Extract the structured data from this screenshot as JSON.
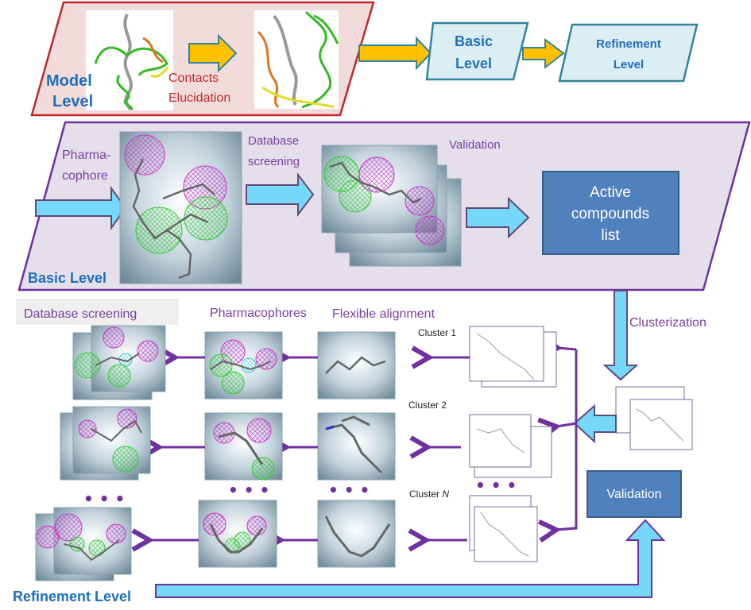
{
  "model_level": {
    "label_line1": "Model",
    "label_line2": "Level",
    "contacts_line1": "Contacts",
    "contacts_line2": "Elucidation"
  },
  "top_flow": {
    "basic_line1": "Basic",
    "basic_line2": "Level",
    "refinement_line1": "Refinement",
    "refinement_line2": "Level"
  },
  "basic_level": {
    "title": "Basic Level",
    "pharmacophore_line1": "Pharma-",
    "pharmacophore_line2": "cophore",
    "db_screening_line1": "Database",
    "db_screening_line2": "screening",
    "validation": "Validation",
    "active_line1": "Active",
    "active_line2": "compounds",
    "active_line3": "list"
  },
  "refinement_level": {
    "title": "Refinement Level",
    "db_screening": "Database screening",
    "pharmacophores": "Pharmacophores",
    "flexible_alignment": "Flexible alignment",
    "clusterization": "Clusterization",
    "validation": "Validation",
    "clusters": [
      {
        "label": "Cluster 1"
      },
      {
        "label": "Cluster 2"
      },
      {
        "label_prefix": "Cluster ",
        "label_italic": "N"
      }
    ],
    "ellipsis": "• • •"
  },
  "colors": {
    "model_fill": "#f2dcdb",
    "model_stroke": "#c0282b",
    "basic_fill": "#e5dfec",
    "basic_stroke": "#7030a0",
    "arrow_yellow": "#ffc000",
    "arrow_cyan": "#75d8f8",
    "box_blue": "#4f81bd",
    "flow_light": "#dbeef4",
    "flow_stroke": "#31849b"
  }
}
